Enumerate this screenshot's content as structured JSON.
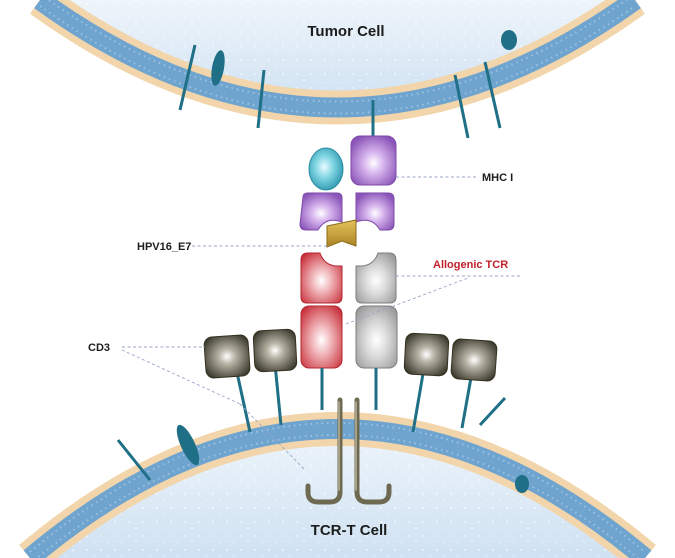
{
  "labels": {
    "tumor_cell": "Tumor Cell",
    "tcr_t_cell": "TCR-T Cell",
    "mhc": "MHC I",
    "peptide": "HPV16_E7",
    "tcr": "Allogenic TCR",
    "cd3": "CD3"
  },
  "colors": {
    "membrane_outer": "#f2d5ab",
    "membrane_inner": "#6fa4cf",
    "cytoplasm": "#d5e5f4",
    "mhc_purple": "#9a63c6",
    "beta2m_teal": "#3eb3c7",
    "peptide_gold": "#c9a13a",
    "tcr_red": "#d2434d",
    "tcr_gray": "#a8a8a8",
    "cd3_dark": "#4a4839",
    "stalk_teal": "#1f6f86",
    "label_red": "#c2202a"
  },
  "icons": [
    "mhc-alpha3-domain",
    "beta2-microglobulin",
    "peptide-antigen",
    "tcr-alpha-chain",
    "tcr-beta-chain",
    "cd3-subunit",
    "transmembrane-stalk",
    "membrane-protein"
  ]
}
